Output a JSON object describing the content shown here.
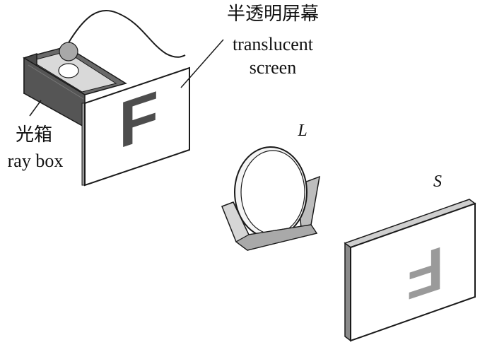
{
  "labels": {
    "screen_zh": "半透明屏幕",
    "screen_en_1": "translucent",
    "screen_en_2": "screen",
    "raybox_zh": "光箱",
    "raybox_en": "ray box",
    "lens": "L",
    "screen_s": "S"
  },
  "glyphs": {
    "object_letter": "F",
    "image_letter": "F"
  },
  "colors": {
    "line": "#1a1a1a",
    "box_dark": "#4a4a4a",
    "box_light": "#8a8a8a",
    "bulb": "#a8a8a8",
    "letter_object": "#4d4d4d",
    "letter_image": "#9a9a9a"
  }
}
